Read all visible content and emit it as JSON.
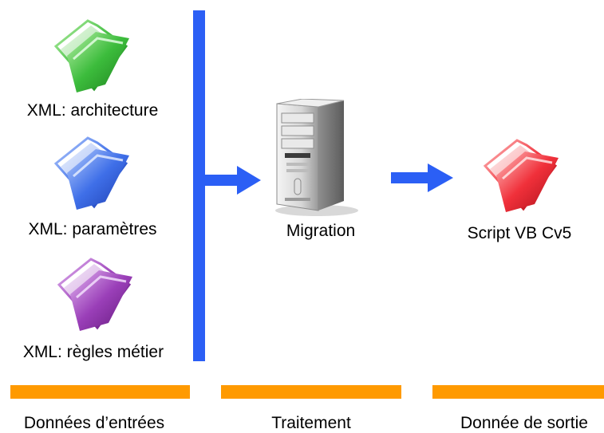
{
  "diagram": {
    "inputs": [
      {
        "label": "XML: architecture",
        "icon": "folder-icon",
        "color": "#2eaa2e"
      },
      {
        "label": "XML: paramètres",
        "icon": "folder-icon",
        "color": "#2f5fe0"
      },
      {
        "label": "XML: règles métier",
        "icon": "folder-icon",
        "color": "#8a2fa8"
      }
    ],
    "process": {
      "label": "Migration",
      "icon": "server-tower-icon"
    },
    "output": {
      "label": "Script VB Cv5",
      "icon": "folder-icon",
      "color": "#e8202a"
    },
    "stages": [
      {
        "label": "Données d’entrées"
      },
      {
        "label": "Traitement"
      },
      {
        "label": "Donnée de sortie"
      }
    ],
    "colors": {
      "arrow": "#2b5ff5",
      "stage_bar": "#ff9a00"
    }
  }
}
